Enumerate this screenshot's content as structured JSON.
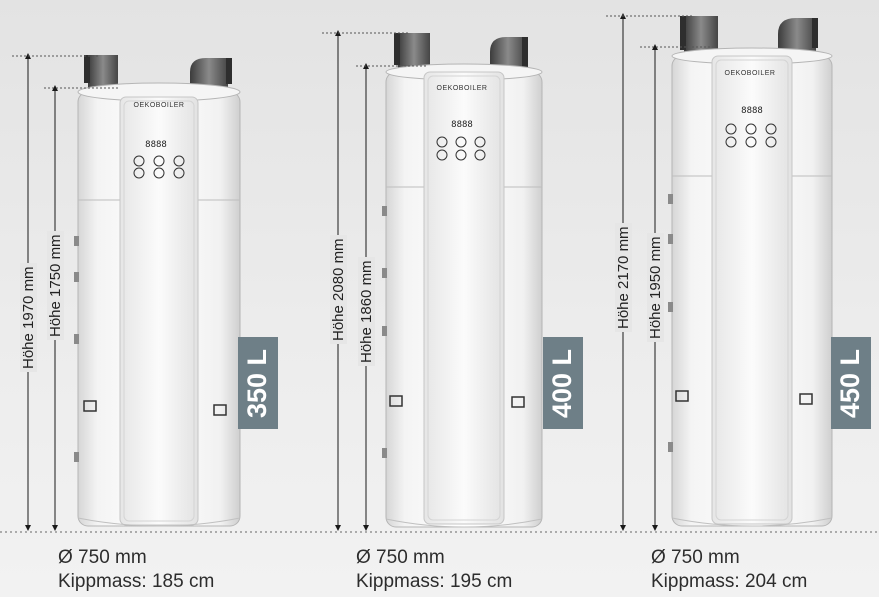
{
  "brand": "OEKOBOILER",
  "panel_display": "8888",
  "units": [
    {
      "volume_label": "350 L",
      "total_height_label": "Höhe 1970 mm",
      "body_height_label": "Höhe 1750 mm",
      "diameter_label": "Ø 750 mm",
      "tilt_label": "Kippmass: 185 cm"
    },
    {
      "volume_label": "400 L",
      "total_height_label": "Höhe 2080 mm",
      "body_height_label": "Höhe 1860 mm",
      "diameter_label": "Ø 750 mm",
      "tilt_label": "Kippmass: 195 cm"
    },
    {
      "volume_label": "450 L",
      "total_height_label": "Höhe 2170 mm",
      "body_height_label": "Höhe 1950 mm",
      "diameter_label": "Ø 750 mm",
      "tilt_label": "Kippmass: 204 cm"
    }
  ],
  "colors": {
    "volume_tag": "#6e7f87",
    "tank_body": "#ffffff",
    "duct": "#5f5f5f",
    "dimension_line": "#1a1a1a"
  }
}
